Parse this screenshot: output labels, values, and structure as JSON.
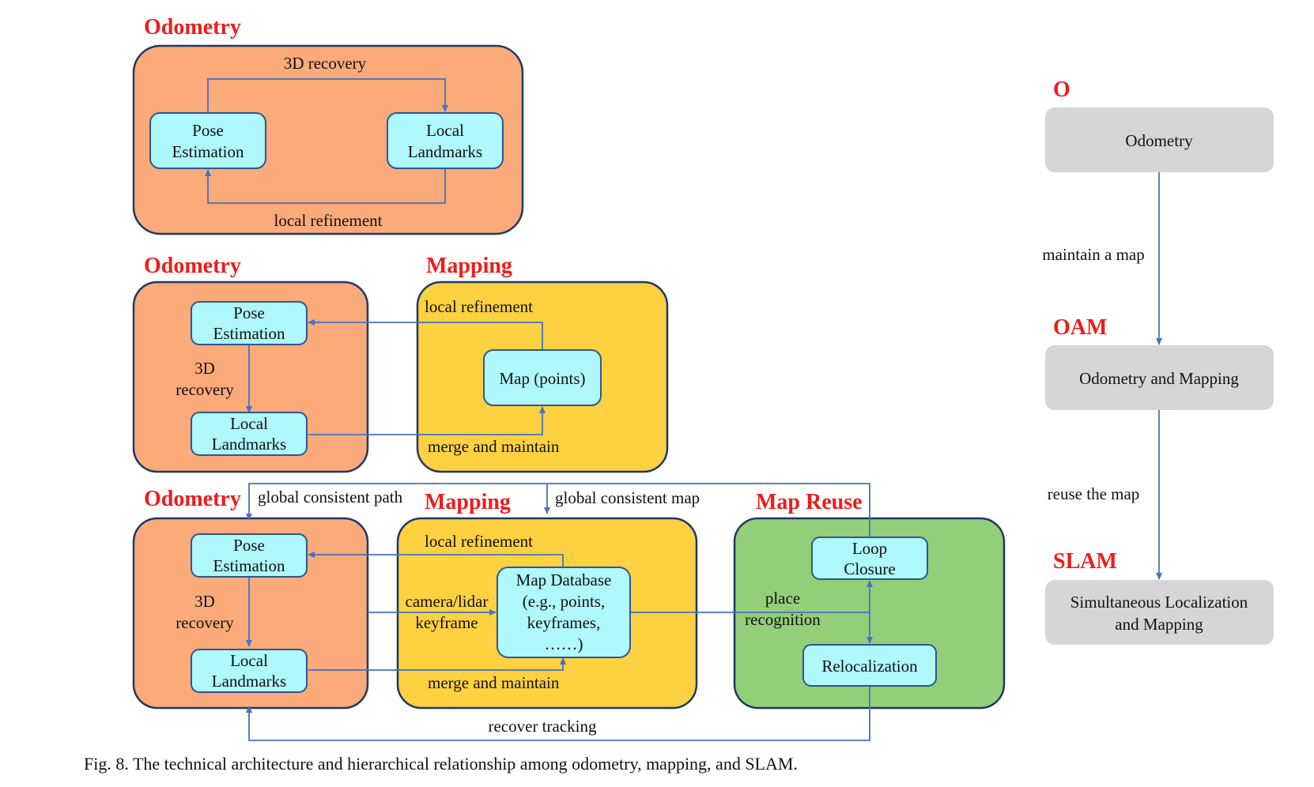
{
  "colors": {
    "odometry_fill": "#fbaa79",
    "mapping_fill": "#fdd13f",
    "reuse_fill": "#93cf78",
    "node_fill": "#aff8fb",
    "node_border": "#2f5597",
    "gray_node": "#d6d6d6",
    "title_red": "#ee1c1c",
    "arrow": "#4472c4"
  },
  "row1": {
    "title": "Odometry",
    "pose_line1": "Pose",
    "pose_line2": "Estimation",
    "landmarks_line1": "Local",
    "landmarks_line2": "Landmarks",
    "top_arrow_label": "3D recovery",
    "bottom_arrow_label": "local refinement"
  },
  "row2": {
    "odometry_title": "Odometry",
    "mapping_title": "Mapping",
    "pose_line1": "Pose",
    "pose_line2": "Estimation",
    "recovery_line1": "3D",
    "recovery_line2": "recovery",
    "landmarks_line1": "Local",
    "landmarks_line2": "Landmarks",
    "map_node": "Map (points)",
    "refine_label": "local refinement",
    "merge_label": "merge and maintain"
  },
  "row3": {
    "odometry_title": "Odometry",
    "mapping_title": "Mapping",
    "reuse_title": "Map Reuse",
    "global_path_label": "global consistent path",
    "global_map_label": "global consistent map",
    "pose_line1": "Pose",
    "pose_line2": "Estimation",
    "recovery_line1": "3D",
    "recovery_line2": "recovery",
    "landmarks_line1": "Local",
    "landmarks_line2": "Landmarks",
    "refine_label": "local refinement",
    "keyframe_line1": "camera/lidar",
    "keyframe_line2": "keyframe",
    "db_line1": "Map Database",
    "db_line2": "(e.g., points,",
    "db_line3": "keyframes,",
    "db_line4": "……)",
    "merge_label": "merge and maintain",
    "place_line1": "place",
    "place_line2": "recognition",
    "loop_line1": "Loop",
    "loop_line2": "Closure",
    "reloc": "Relocalization",
    "recover_label": "recover tracking"
  },
  "hierarchy": {
    "o_tag": "O",
    "o_box": "Odometry",
    "arrow1_label": "maintain a map",
    "oam_tag": "OAM",
    "oam_box": "Odometry and Mapping",
    "arrow2_label": "reuse the map",
    "slam_tag": "SLAM",
    "slam_line1": "Simultaneous Localization",
    "slam_line2": "and Mapping"
  },
  "caption": "Fig. 8. The technical architecture and hierarchical relationship among odometry, mapping, and SLAM."
}
